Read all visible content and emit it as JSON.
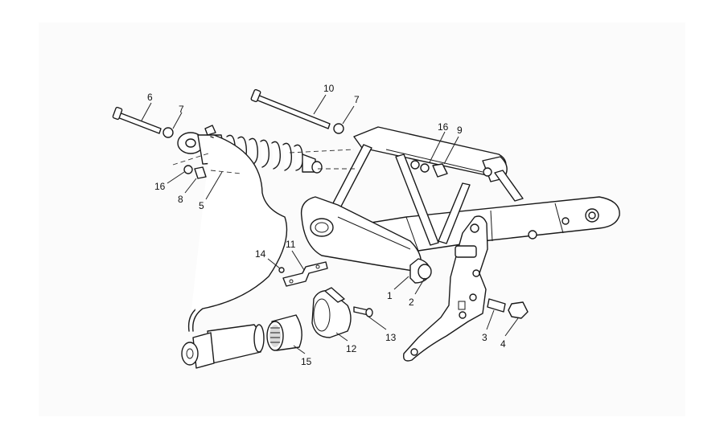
{
  "diagram": {
    "callouts": [
      {
        "id": "c1",
        "label": "1"
      },
      {
        "id": "c2",
        "label": "2"
      },
      {
        "id": "c3",
        "label": "3"
      },
      {
        "id": "c4",
        "label": "4"
      },
      {
        "id": "c5",
        "label": "5"
      },
      {
        "id": "c6",
        "label": "6"
      },
      {
        "id": "c7a",
        "label": "7"
      },
      {
        "id": "c7b",
        "label": "7"
      },
      {
        "id": "c8",
        "label": "8"
      },
      {
        "id": "c9",
        "label": "9"
      },
      {
        "id": "c10",
        "label": "10"
      },
      {
        "id": "c11",
        "label": "11"
      },
      {
        "id": "c12",
        "label": "12"
      },
      {
        "id": "c13",
        "label": "13"
      },
      {
        "id": "c14",
        "label": "14"
      },
      {
        "id": "c15",
        "label": "15"
      },
      {
        "id": "c16a",
        "label": "16"
      },
      {
        "id": "c16b",
        "label": "16"
      }
    ]
  }
}
